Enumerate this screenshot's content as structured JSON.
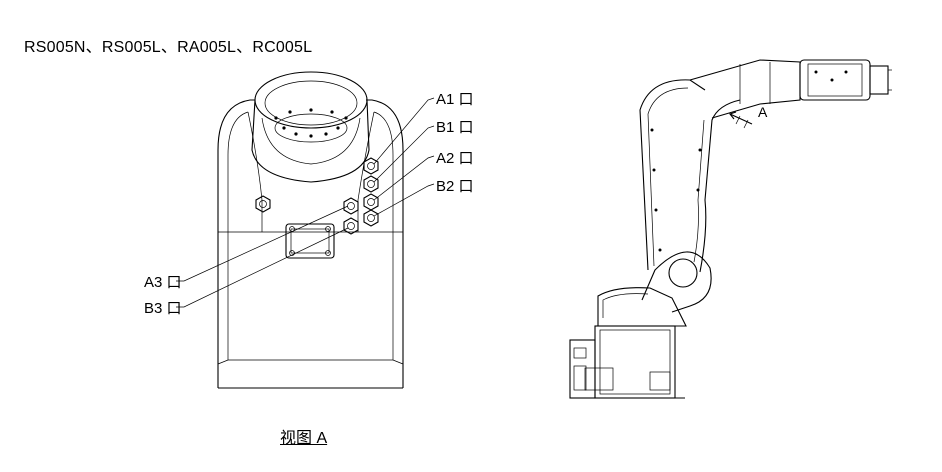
{
  "title": "RS005N、RS005L、RA005L、RC005L",
  "port_labels": {
    "a1": "A1 口",
    "b1": "B1 口",
    "a2": "A2 口",
    "b2": "B2 口",
    "a3": "A3 口",
    "b3": "B3 口"
  },
  "view_arrow_label": "A",
  "caption": "视图 A"
}
